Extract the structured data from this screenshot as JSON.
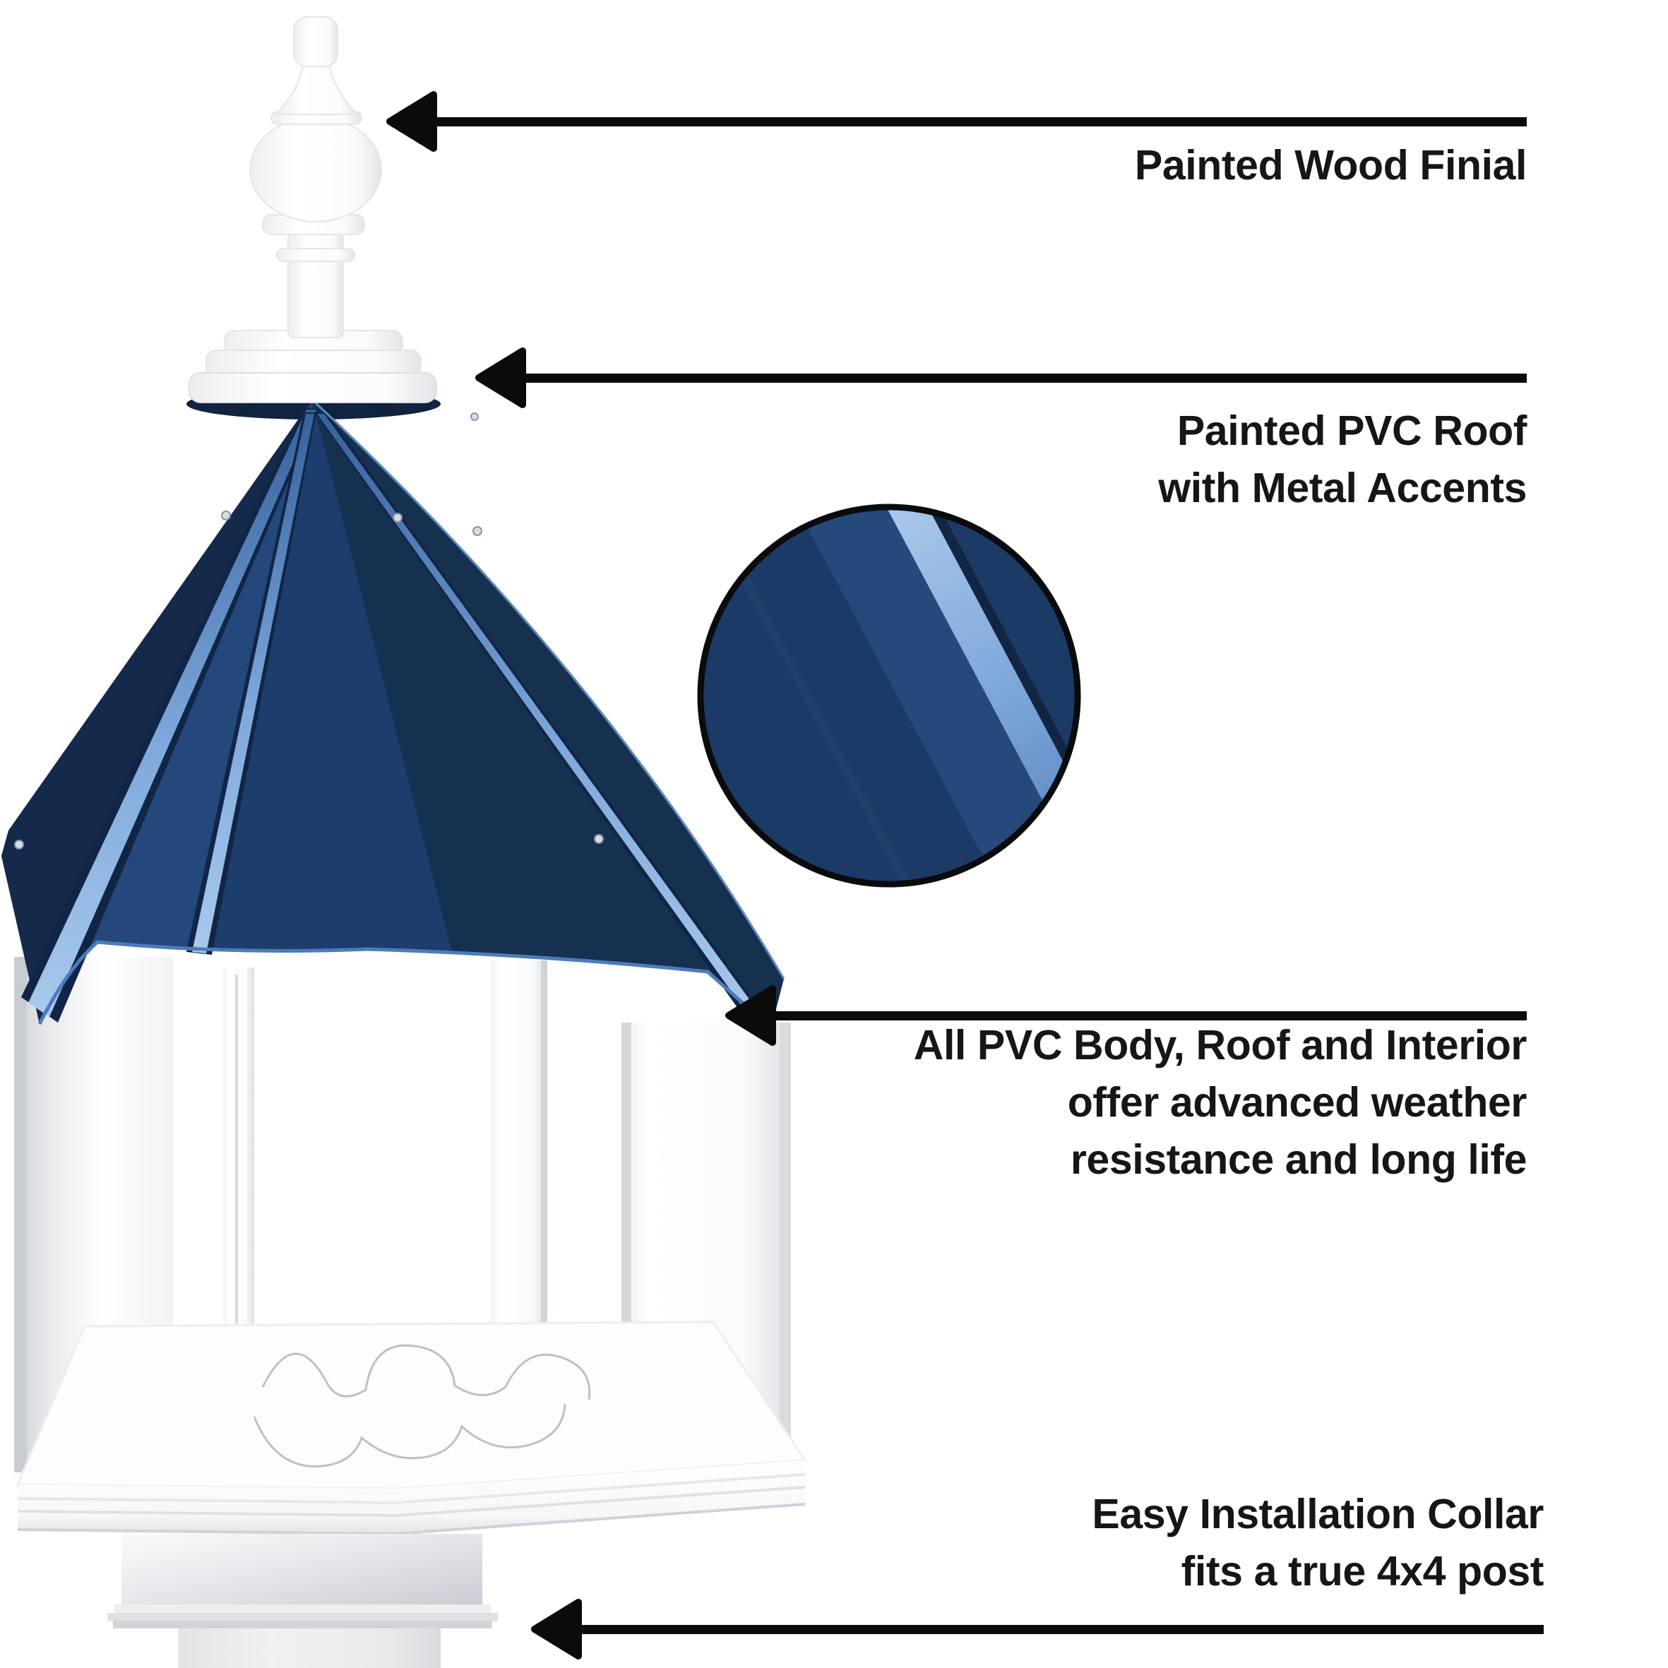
{
  "annotations": {
    "finial": {
      "lines": [
        "Painted Wood Finial"
      ]
    },
    "roof": {
      "lines": [
        "Painted PVC Roof",
        "with Metal Accents"
      ]
    },
    "body": {
      "lines": [
        "All PVC Body, Roof and Interior",
        "offer advanced weather",
        "resistance and long life"
      ]
    },
    "collar": {
      "lines": [
        "Easy Installation Collar",
        "fits a true 4x4 post"
      ]
    }
  },
  "colors": {
    "background": "#ffffff",
    "roof_navy": "#1d3e6c",
    "roof_dark": "#16304f",
    "roof_light": "#24477c",
    "roof_far_left": "#15294b",
    "metal_stripe_light": "#9dbfe8",
    "inset_navy": "#1c3a66",
    "inset_band": "#26497c",
    "arrow_black": "#0b0b0c",
    "text_black": "#161616",
    "feeder_white": "#ffffff"
  }
}
